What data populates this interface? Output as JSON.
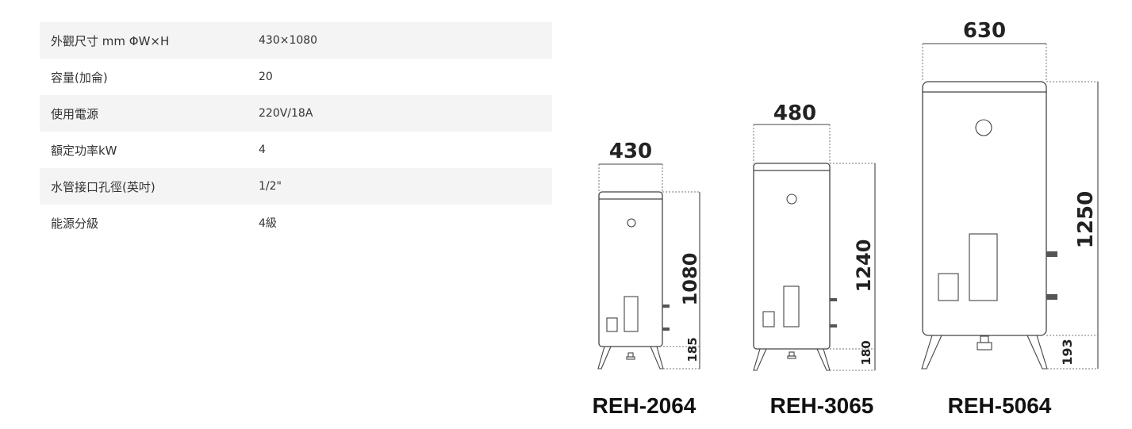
{
  "specs": [
    {
      "label": "外觀尺寸 mm ΦW×H",
      "value": "430×1080"
    },
    {
      "label": "容量(加侖)",
      "value": "20"
    },
    {
      "label": "使用電源",
      "value": "220V/18A"
    },
    {
      "label": "額定功率kW",
      "value": "4"
    },
    {
      "label": "水管接口孔徑(英吋)",
      "value": "1/2\""
    },
    {
      "label": "能源分級",
      "value": "4級"
    }
  ],
  "heaters": [
    {
      "model": "REH-2064",
      "width": "430",
      "height": "1080",
      "leg": "185"
    },
    {
      "model": "REH-3065",
      "width": "480",
      "height": "1240",
      "leg": "180"
    },
    {
      "model": "REH-5064",
      "width": "630",
      "height": "1250",
      "leg": "193"
    }
  ],
  "colors": {
    "row_shade": "#f4f4f4",
    "outline": "#444444",
    "text": "#333333"
  }
}
